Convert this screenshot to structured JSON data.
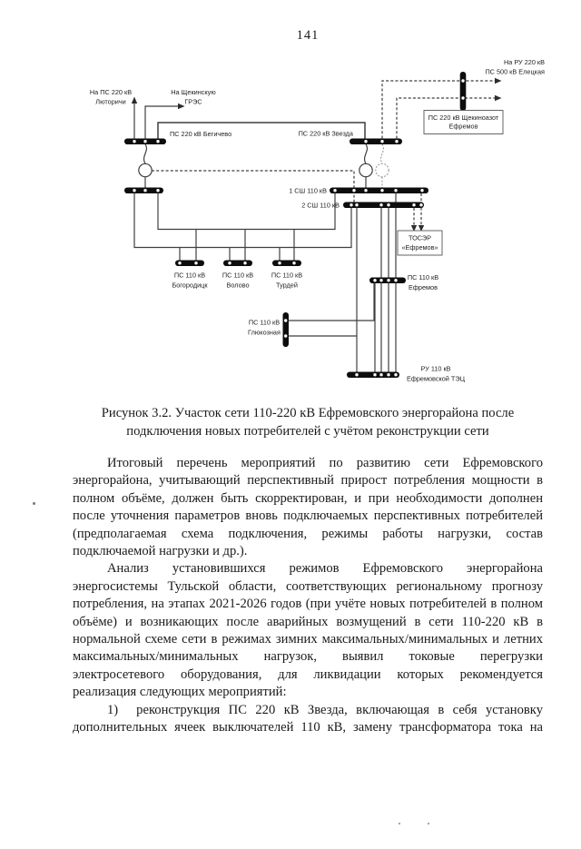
{
  "page": {
    "number": "141"
  },
  "diagram": {
    "external_links": {
      "eletskaya_line1": "На РУ 220 кВ",
      "eletskaya_line2": "ПС 500 кВ Елецкая",
      "lyutorichi_line1": "На ПС 220 кВ",
      "lyutorichi_line2": "Люторичи",
      "gres_line1": "На Щекинскую",
      "gres_line2": "ГРЭС"
    },
    "labels": {
      "begichevo": "ПС 220 кВ Бегичево",
      "zvezda": "ПС 220 кВ Звезда",
      "azot_line1": "ПС 220 кВ Щекиноазот",
      "azot_line2": "Ефремов",
      "bus1": "1 СШ 110 кВ",
      "bus2": "2 СШ 110 кВ",
      "toser_line1": "ТОСЭР",
      "toser_line2": "«Ефремов»",
      "bogoroditsk_line1": "ПС 110 кВ",
      "bogoroditsk_line2": "Богородицк",
      "volovo_line1": "ПС 110 кВ",
      "volovo_line2": "Волово",
      "turdey_line1": "ПС 110 кВ",
      "turdey_line2": "Турдей",
      "efremov_line1": "ПС 110 кВ",
      "efremov_line2": "Ефремов",
      "glukoznaya_line1": "ПС 110 кВ",
      "glukoznaya_line2": "Глюкозная",
      "tec_line1": "РУ 110 кВ",
      "tec_line2": "Ефремовской ТЭЦ"
    },
    "colors": {
      "bus": "#0d0d0d",
      "line": "#3f3f3f",
      "planned": "#999999"
    }
  },
  "figure": {
    "caption_line1": "Рисунок 3.2. Участок сети 110-220 кВ Ефремовского энергорайона после",
    "caption_line2": "подключения новых потребителей с учётом реконструкции сети"
  },
  "body": {
    "paragraph1": "Итоговый перечень мероприятий по развитию сети Ефремовского энергорайона, учитывающий перспективный прирост потребления мощности в полном объёме, должен быть скорректирован, и при необходимости дополнен после уточнения параметров вновь подключаемых перспективных потребителей (предполагаемая схема подключения, режимы работы нагрузки, состав подключаемой нагрузки и др.).",
    "paragraph2": "Анализ установившихся режимов Ефремовского энергорайона энергосистемы Тульской области, соответствующих региональному прогнозу потребления, на этапах 2021-2026 годов (при учёте новых потребителей в полном объёме) и возникающих после аварийных возмущений в сети 110-220 кВ в нормальной схеме сети в режимах зимних максимальных/минимальных и летних максимальных/минимальных нагрузок, выявил токовые перегрузки электросетевого оборудования, для ликвидации которых рекомендуется реализация следующих мероприятий:",
    "item1_number": "1)",
    "item1_text": "реконструкция ПС 220 кВ Звезда, включающая в себя установку дополнительных ячеек выключателей 110 кВ, замену трансформатора тока на"
  }
}
